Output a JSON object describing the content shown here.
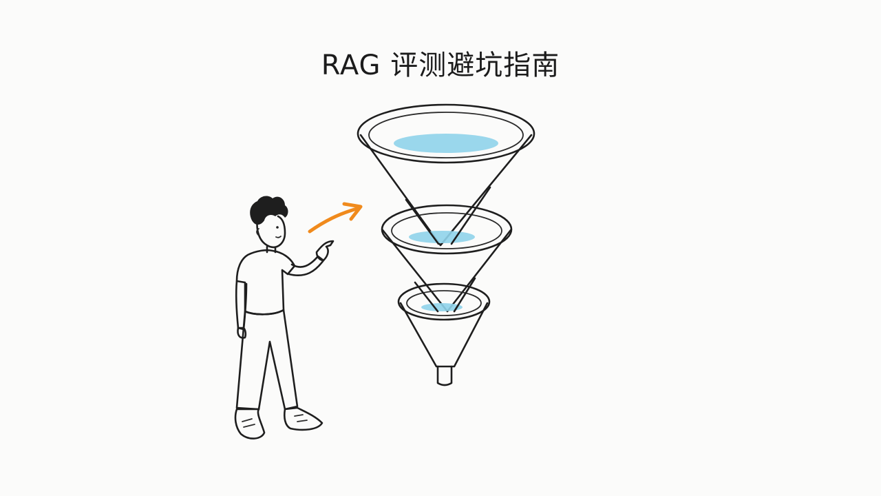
{
  "title": "RAG 评测避坑指南",
  "colors": {
    "background": "#fbfbfa",
    "ink": "#1e1e1e",
    "water": "#8fd3ea",
    "arrow": "#f08a1c",
    "shirt": "#ffffff",
    "pants": "#7a7a7a",
    "shoes": "#3f8fd6"
  },
  "illustration": {
    "funnel_stages": 3,
    "figure": "person-pointing",
    "arrow": "arrow-to-funnel"
  }
}
